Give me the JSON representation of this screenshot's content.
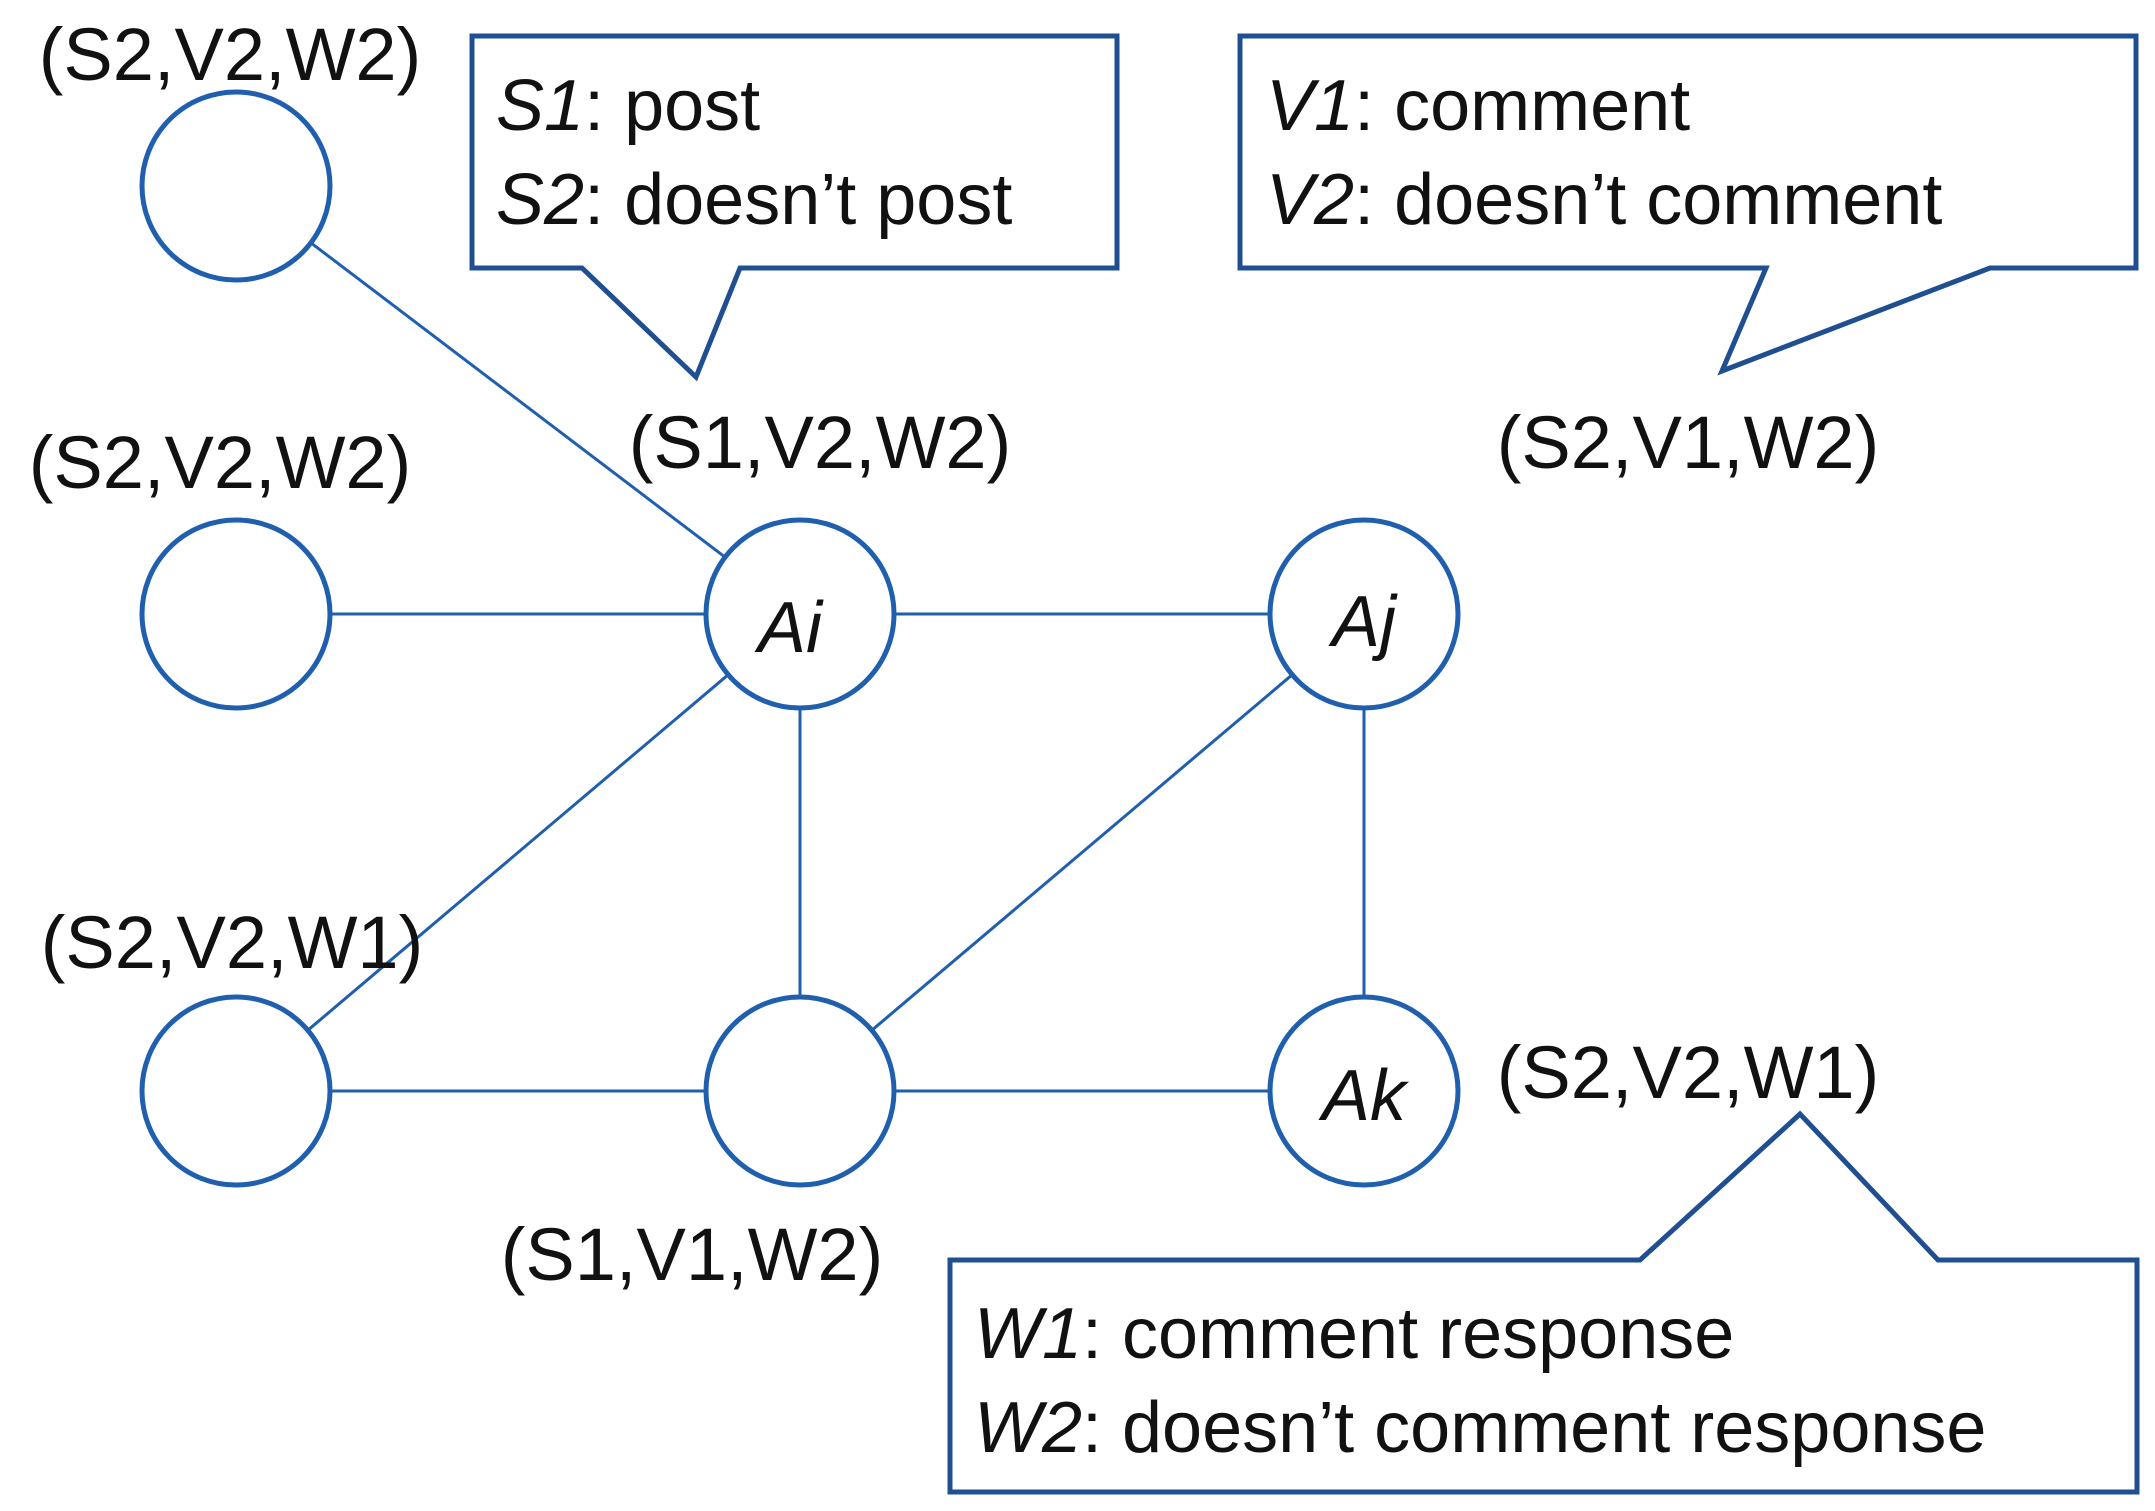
{
  "diagram": {
    "colors": {
      "edge": "#1f5fae",
      "node_stroke": "#1f5fae",
      "callout_stroke": "#1f4f91",
      "text": "#111111",
      "background": "#ffffff"
    },
    "nodes": {
      "top_left": {
        "label": "",
        "state": "(S2,V2,W2)"
      },
      "mid_left": {
        "label": "",
        "state": "(S2,V2,W2)"
      },
      "ai": {
        "label": "Ai",
        "state": "(S1,V2,W2)"
      },
      "aj": {
        "label": "Aj",
        "state": "(S2,V1,W2)"
      },
      "bottom_left": {
        "label": "",
        "state": "(S2,V2,W1)"
      },
      "bottom_center": {
        "label": "",
        "state": "(S1,V1,W2)"
      },
      "ak": {
        "label": "Ak",
        "state": "(S2,V2,W1)"
      }
    },
    "edges": [
      [
        "top_left",
        "ai"
      ],
      [
        "mid_left",
        "ai"
      ],
      [
        "ai",
        "aj"
      ],
      [
        "ai",
        "bottom_left"
      ],
      [
        "ai",
        "bottom_center"
      ],
      [
        "aj",
        "bottom_center"
      ],
      [
        "aj",
        "ak"
      ],
      [
        "bottom_left",
        "bottom_center"
      ],
      [
        "bottom_center",
        "ak"
      ]
    ],
    "callouts": {
      "s": {
        "lines": [
          {
            "key": "S1",
            "text": ": post"
          },
          {
            "key": "S2",
            "text": ": doesn’t post"
          }
        ]
      },
      "v": {
        "lines": [
          {
            "key": "V1",
            "text": ": comment"
          },
          {
            "key": "V2",
            "text": ": doesn’t comment"
          }
        ]
      },
      "w": {
        "lines": [
          {
            "key": "W1",
            "text": ": comment response"
          },
          {
            "key": "W2",
            "text": ": doesn’t comment response"
          }
        ]
      }
    }
  }
}
